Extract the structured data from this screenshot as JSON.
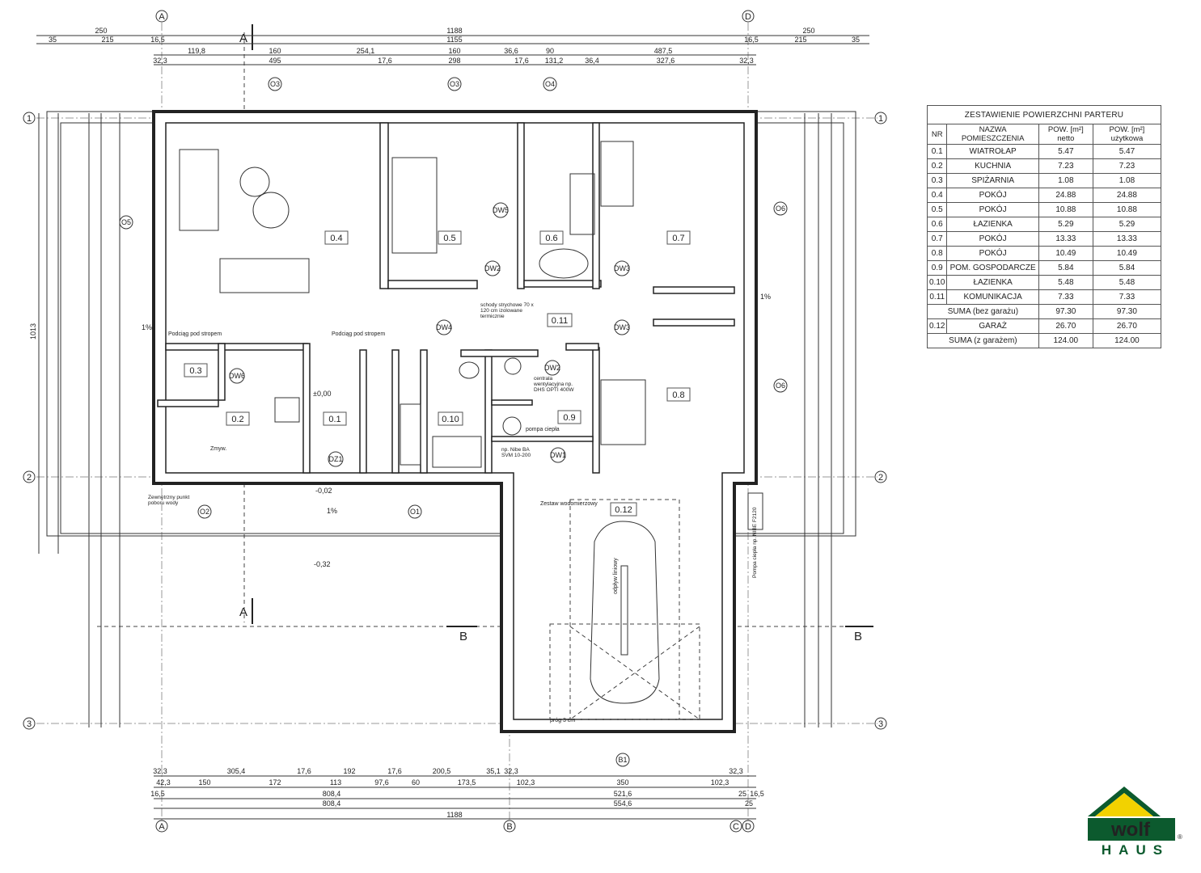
{
  "table": {
    "title": "ZESTAWIENIE POWIERZCHNI PARTERU",
    "headers": {
      "nr": "NR",
      "name": "NAZWA POMIESZCZENIA",
      "netto": "POW. [m²] netto",
      "uzytkowa": "POW. [m²] użytkowa"
    },
    "rows": [
      {
        "nr": "0.1",
        "name": "WIATROŁAP",
        "netto": "5.47",
        "uzytkowa": "5.47"
      },
      {
        "nr": "0.2",
        "name": "KUCHNIA",
        "netto": "7.23",
        "uzytkowa": "7.23"
      },
      {
        "nr": "0.3",
        "name": "SPIŻARNIA",
        "netto": "1.08",
        "uzytkowa": "1.08"
      },
      {
        "nr": "0.4",
        "name": "POKÓJ",
        "netto": "24.88",
        "uzytkowa": "24.88"
      },
      {
        "nr": "0.5",
        "name": "POKÓJ",
        "netto": "10.88",
        "uzytkowa": "10.88"
      },
      {
        "nr": "0.6",
        "name": "ŁAZIENKA",
        "netto": "5.29",
        "uzytkowa": "5.29"
      },
      {
        "nr": "0.7",
        "name": "POKÓJ",
        "netto": "13.33",
        "uzytkowa": "13.33"
      },
      {
        "nr": "0.8",
        "name": "POKÓJ",
        "netto": "10.49",
        "uzytkowa": "10.49"
      },
      {
        "nr": "0.9",
        "name": "POM. GOSPODARCZE",
        "netto": "5.84",
        "uzytkowa": "5.84"
      },
      {
        "nr": "0.10",
        "name": "ŁAZIENKA",
        "netto": "5.48",
        "uzytkowa": "5.48"
      },
      {
        "nr": "0.11",
        "name": "KOMUNIKACJA",
        "netto": "7.33",
        "uzytkowa": "7.33"
      }
    ],
    "sum_without_garage": {
      "label": "SUMA (bez garażu)",
      "netto": "97.30",
      "uzytkowa": "97.30"
    },
    "garage": {
      "nr": "0.12",
      "name": "GARAŻ",
      "netto": "26.70",
      "uzytkowa": "26.70"
    },
    "sum_with_garage": {
      "label": "SUMA (z garażem)",
      "netto": "124.00",
      "uzytkowa": "124.00"
    }
  },
  "rooms": [
    "0.1",
    "0.2",
    "0.3",
    "0.4",
    "0.5",
    "0.6",
    "0.7",
    "0.8",
    "0.9",
    "0.10",
    "0.11",
    "0.12"
  ],
  "grid_axes": {
    "columns": [
      "A",
      "B",
      "C",
      "D"
    ],
    "rows": [
      "1",
      "2",
      "3"
    ]
  },
  "section_markers": [
    "A",
    "B"
  ],
  "symbols": [
    "O1",
    "O2",
    "O3",
    "O4",
    "O5",
    "O6",
    "DZ1",
    "DW1",
    "DW2",
    "DW3",
    "DW4",
    "DW5",
    "DW6",
    "B1"
  ],
  "dimensions": {
    "top_row1": [
      "250",
      "1188",
      "250"
    ],
    "top_row2": [
      "35",
      "215",
      "16,5",
      "1155",
      "16,5",
      "215",
      "35"
    ],
    "top_row3": [
      "119,8",
      "160",
      "254,1",
      "160",
      "36,6",
      "90",
      "487,5"
    ],
    "top_row4": [
      "32,3",
      "495",
      "17,6",
      "298",
      "17,6",
      "131,2",
      "36,4",
      "327,6",
      "32,3"
    ],
    "bottom_row1": [
      "32,3",
      "305,4",
      "17,6",
      "192",
      "17,6",
      "200,5",
      "35,1",
      "32,3",
      "32,3"
    ],
    "bottom_row2": [
      "42,3",
      "150",
      "172",
      "113",
      "97,6",
      "60",
      "173,5",
      "102,3",
      "350",
      "102,3"
    ],
    "bottom_row3": [
      "16,5",
      "808,4",
      "521,6",
      "25",
      "16,5"
    ],
    "bottom_row4": [
      "808,4",
      "554,6",
      "25"
    ],
    "bottom_total": "1188",
    "left_height": "1013"
  },
  "annotations": {
    "level_zero": "±0,00",
    "level_minus_002": "-0,02",
    "level_minus_032": "-0,32",
    "slope": "1%",
    "beam_1": "Podciąg pod stropem",
    "beam_2": "Podciąg pod stropem",
    "attic_hatch": "schody strychowe 70 x 120 cm izolowane termicznie",
    "water_set": "Zestaw wodomierzowy",
    "heat_pump": "pompa ciepła",
    "heat_pump_unit": "np. Nibe BA SVM 10-200",
    "recovery": "centrala wentylacyjna np. DHS OPTI 400W",
    "tap": "Zewnętrzny punkt poboru wody",
    "sink": "Zmyw.",
    "car_label": "odpływ liniowy",
    "threshold": "próg 3 cm",
    "pump_box": "Pompa ciepła np. NIBE F2120"
  },
  "logo": {
    "brand": "wolf",
    "sub": "HAUS",
    "mark": "®"
  }
}
